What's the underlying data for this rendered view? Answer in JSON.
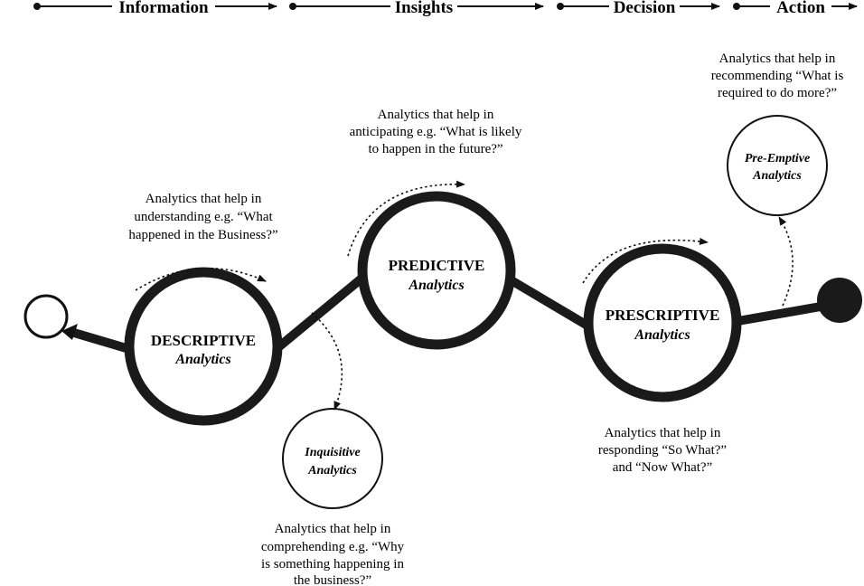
{
  "stages": [
    "Information",
    "Insights",
    "Decision",
    "Action"
  ],
  "nodes": {
    "descriptive": {
      "title": "DESCRIPTIVE",
      "subtitle": "Analytics"
    },
    "predictive": {
      "title": "PREDICTIVE",
      "subtitle": "Analytics"
    },
    "prescriptive": {
      "title": "PRESCRIPTIVE",
      "subtitle": "Analytics"
    },
    "inquisitive": {
      "line1": "Inquisitive",
      "line2": "Analytics"
    },
    "preemptive": {
      "line1": "Pre-Emptive",
      "line2": "Analytics"
    }
  },
  "descriptions": {
    "descriptive": [
      "Analytics that help in",
      "understanding e.g. “What",
      "happened in the Business?”"
    ],
    "predictive": [
      "Analytics that help in",
      "anticipating e.g. “What is likely",
      "to happen in the future?”"
    ],
    "prescriptive": [
      "Analytics that help in",
      "responding “So What?”",
      "and “Now What?”"
    ],
    "inquisitive": [
      "Analytics that help in",
      "comprehending e.g. “Why",
      "is something happening in",
      "the business?”"
    ],
    "preemptive": [
      "Analytics that help in",
      "recommending “What is",
      "required to do more?”"
    ]
  }
}
